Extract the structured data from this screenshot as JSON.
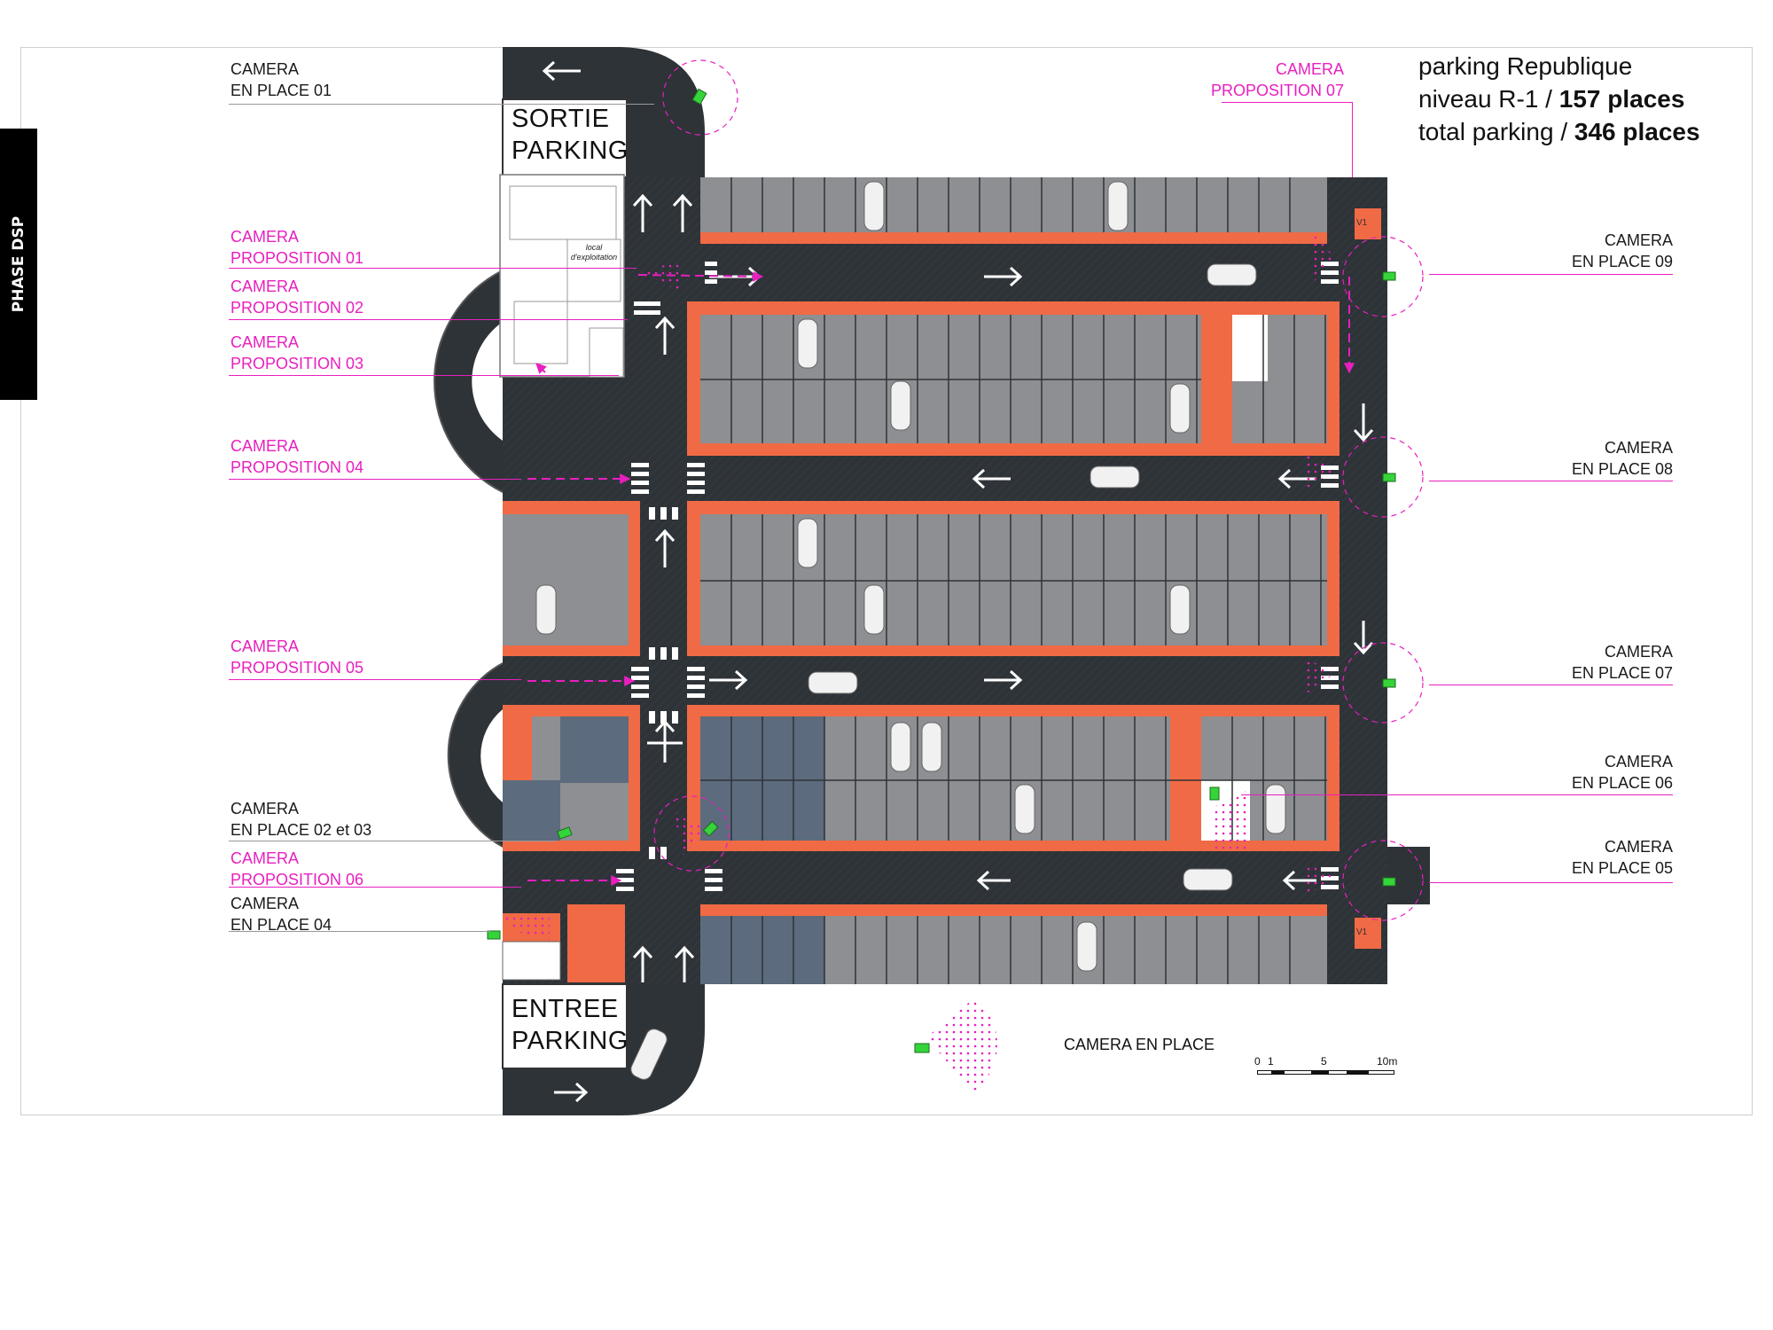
{
  "sidebar": {
    "phase_label": "PHASE DSP"
  },
  "title": {
    "line1": "parking Republique",
    "line2_prefix": "niveau R-1 / ",
    "line2_bold": "157 places",
    "line3_prefix": "total parking / ",
    "line3_bold": "346 places"
  },
  "zones": {
    "exit_line1": "SORTIE",
    "exit_line2": "PARKING",
    "entry_line1": "ENTREE",
    "entry_line2": "PARKING",
    "office_line1": "local",
    "office_line2": "d'exploitation",
    "vent1": "V1",
    "vent2": "V1"
  },
  "cameras_left": [
    {
      "line1": "CAMERA",
      "line2": "EN PLACE 01",
      "kind": "existing"
    },
    {
      "line1": "CAMERA",
      "line2": "PROPOSITION 01",
      "kind": "proposed"
    },
    {
      "line1": "CAMERA",
      "line2": "PROPOSITION 02",
      "kind": "proposed"
    },
    {
      "line1": "CAMERA",
      "line2": "PROPOSITION 03",
      "kind": "proposed"
    },
    {
      "line1": "CAMERA",
      "line2": "PROPOSITION 04",
      "kind": "proposed"
    },
    {
      "line1": "CAMERA",
      "line2": "PROPOSITION 05",
      "kind": "proposed"
    },
    {
      "line1": "CAMERA",
      "line2": "EN PLACE 02 et 03",
      "kind": "existing"
    },
    {
      "line1": "CAMERA",
      "line2": "PROPOSITION 06",
      "kind": "proposed"
    },
    {
      "line1": "CAMERA",
      "line2": "EN PLACE 04",
      "kind": "existing"
    }
  ],
  "cameras_right": [
    {
      "line1": "CAMERA",
      "line2": "PROPOSITION 07",
      "kind": "proposed"
    },
    {
      "line1": "CAMERA",
      "line2": "EN PLACE 09",
      "kind": "existing"
    },
    {
      "line1": "CAMERA",
      "line2": "EN PLACE 08",
      "kind": "existing"
    },
    {
      "line1": "CAMERA",
      "line2": "EN PLACE 07",
      "kind": "existing"
    },
    {
      "line1": "CAMERA",
      "line2": "EN PLACE 06",
      "kind": "existing"
    },
    {
      "line1": "CAMERA",
      "line2": "EN PLACE 05",
      "kind": "existing"
    }
  ],
  "legend": {
    "camera_label": "CAMERA EN PLACE",
    "camera_color": "#35d43a"
  },
  "scale": {
    "t0": "0",
    "t1": "1",
    "t5": "5",
    "t10": "10m"
  },
  "colors": {
    "asphalt": "#2e3338",
    "curb": "#f06a45",
    "stall": "#8e8f92",
    "stall_ev": "#5c6b7d",
    "proposal": "#e81fbf",
    "camera": "#35d43a",
    "access_blue": "#1f6fd9"
  }
}
